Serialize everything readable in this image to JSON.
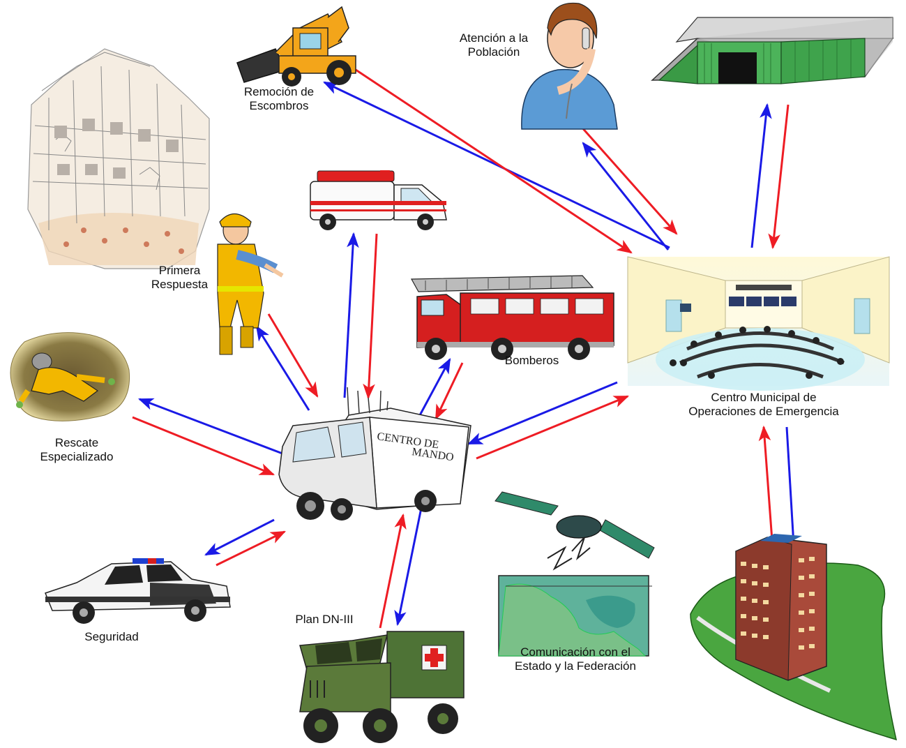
{
  "colors": {
    "arrow_out": "#1a1ae6",
    "arrow_in": "#ee1c24",
    "text": "#111111"
  },
  "nodes": {
    "remocion": {
      "line1": "Remoción de",
      "line2": "Escombros",
      "icon": "backhoe-icon"
    },
    "atencion": {
      "line1": "Atención a la",
      "line2": "Población",
      "icon": "woman-phone-icon"
    },
    "almacen": {
      "icon": "warehouse-icon"
    },
    "edificio_colapsado": {
      "icon": "collapsed-building-icon"
    },
    "ambulancia": {
      "icon": "ambulance-icon"
    },
    "primera": {
      "line1": "Primera",
      "line2": "Respuesta",
      "icon": "firefighter-child-icon"
    },
    "bomberos": {
      "line1": "Bomberos",
      "icon": "fire-truck-icon"
    },
    "centro_municipal": {
      "line1": "Centro Municipal de",
      "line2": "Operaciones de Emergencia",
      "icon": "operations-room-icon"
    },
    "rescate": {
      "line1": "Rescate",
      "line2": "Especializado",
      "icon": "rescuer-icon"
    },
    "centro_mando": {
      "sign_line1": "CENTRO DE",
      "sign_line2": "MANDO",
      "icon": "command-truck-icon"
    },
    "seguridad": {
      "line1": "Seguridad",
      "icon": "police-car-icon"
    },
    "plan_dn3": {
      "line1": "Plan DN-III",
      "icon": "military-ambulance-icon"
    },
    "comunicacion": {
      "line1": "Comunicación con el",
      "line2": "Estado y la Federación",
      "icon": "satellite-map-icon"
    },
    "gobierno": {
      "icon": "government-tower-icon"
    }
  }
}
